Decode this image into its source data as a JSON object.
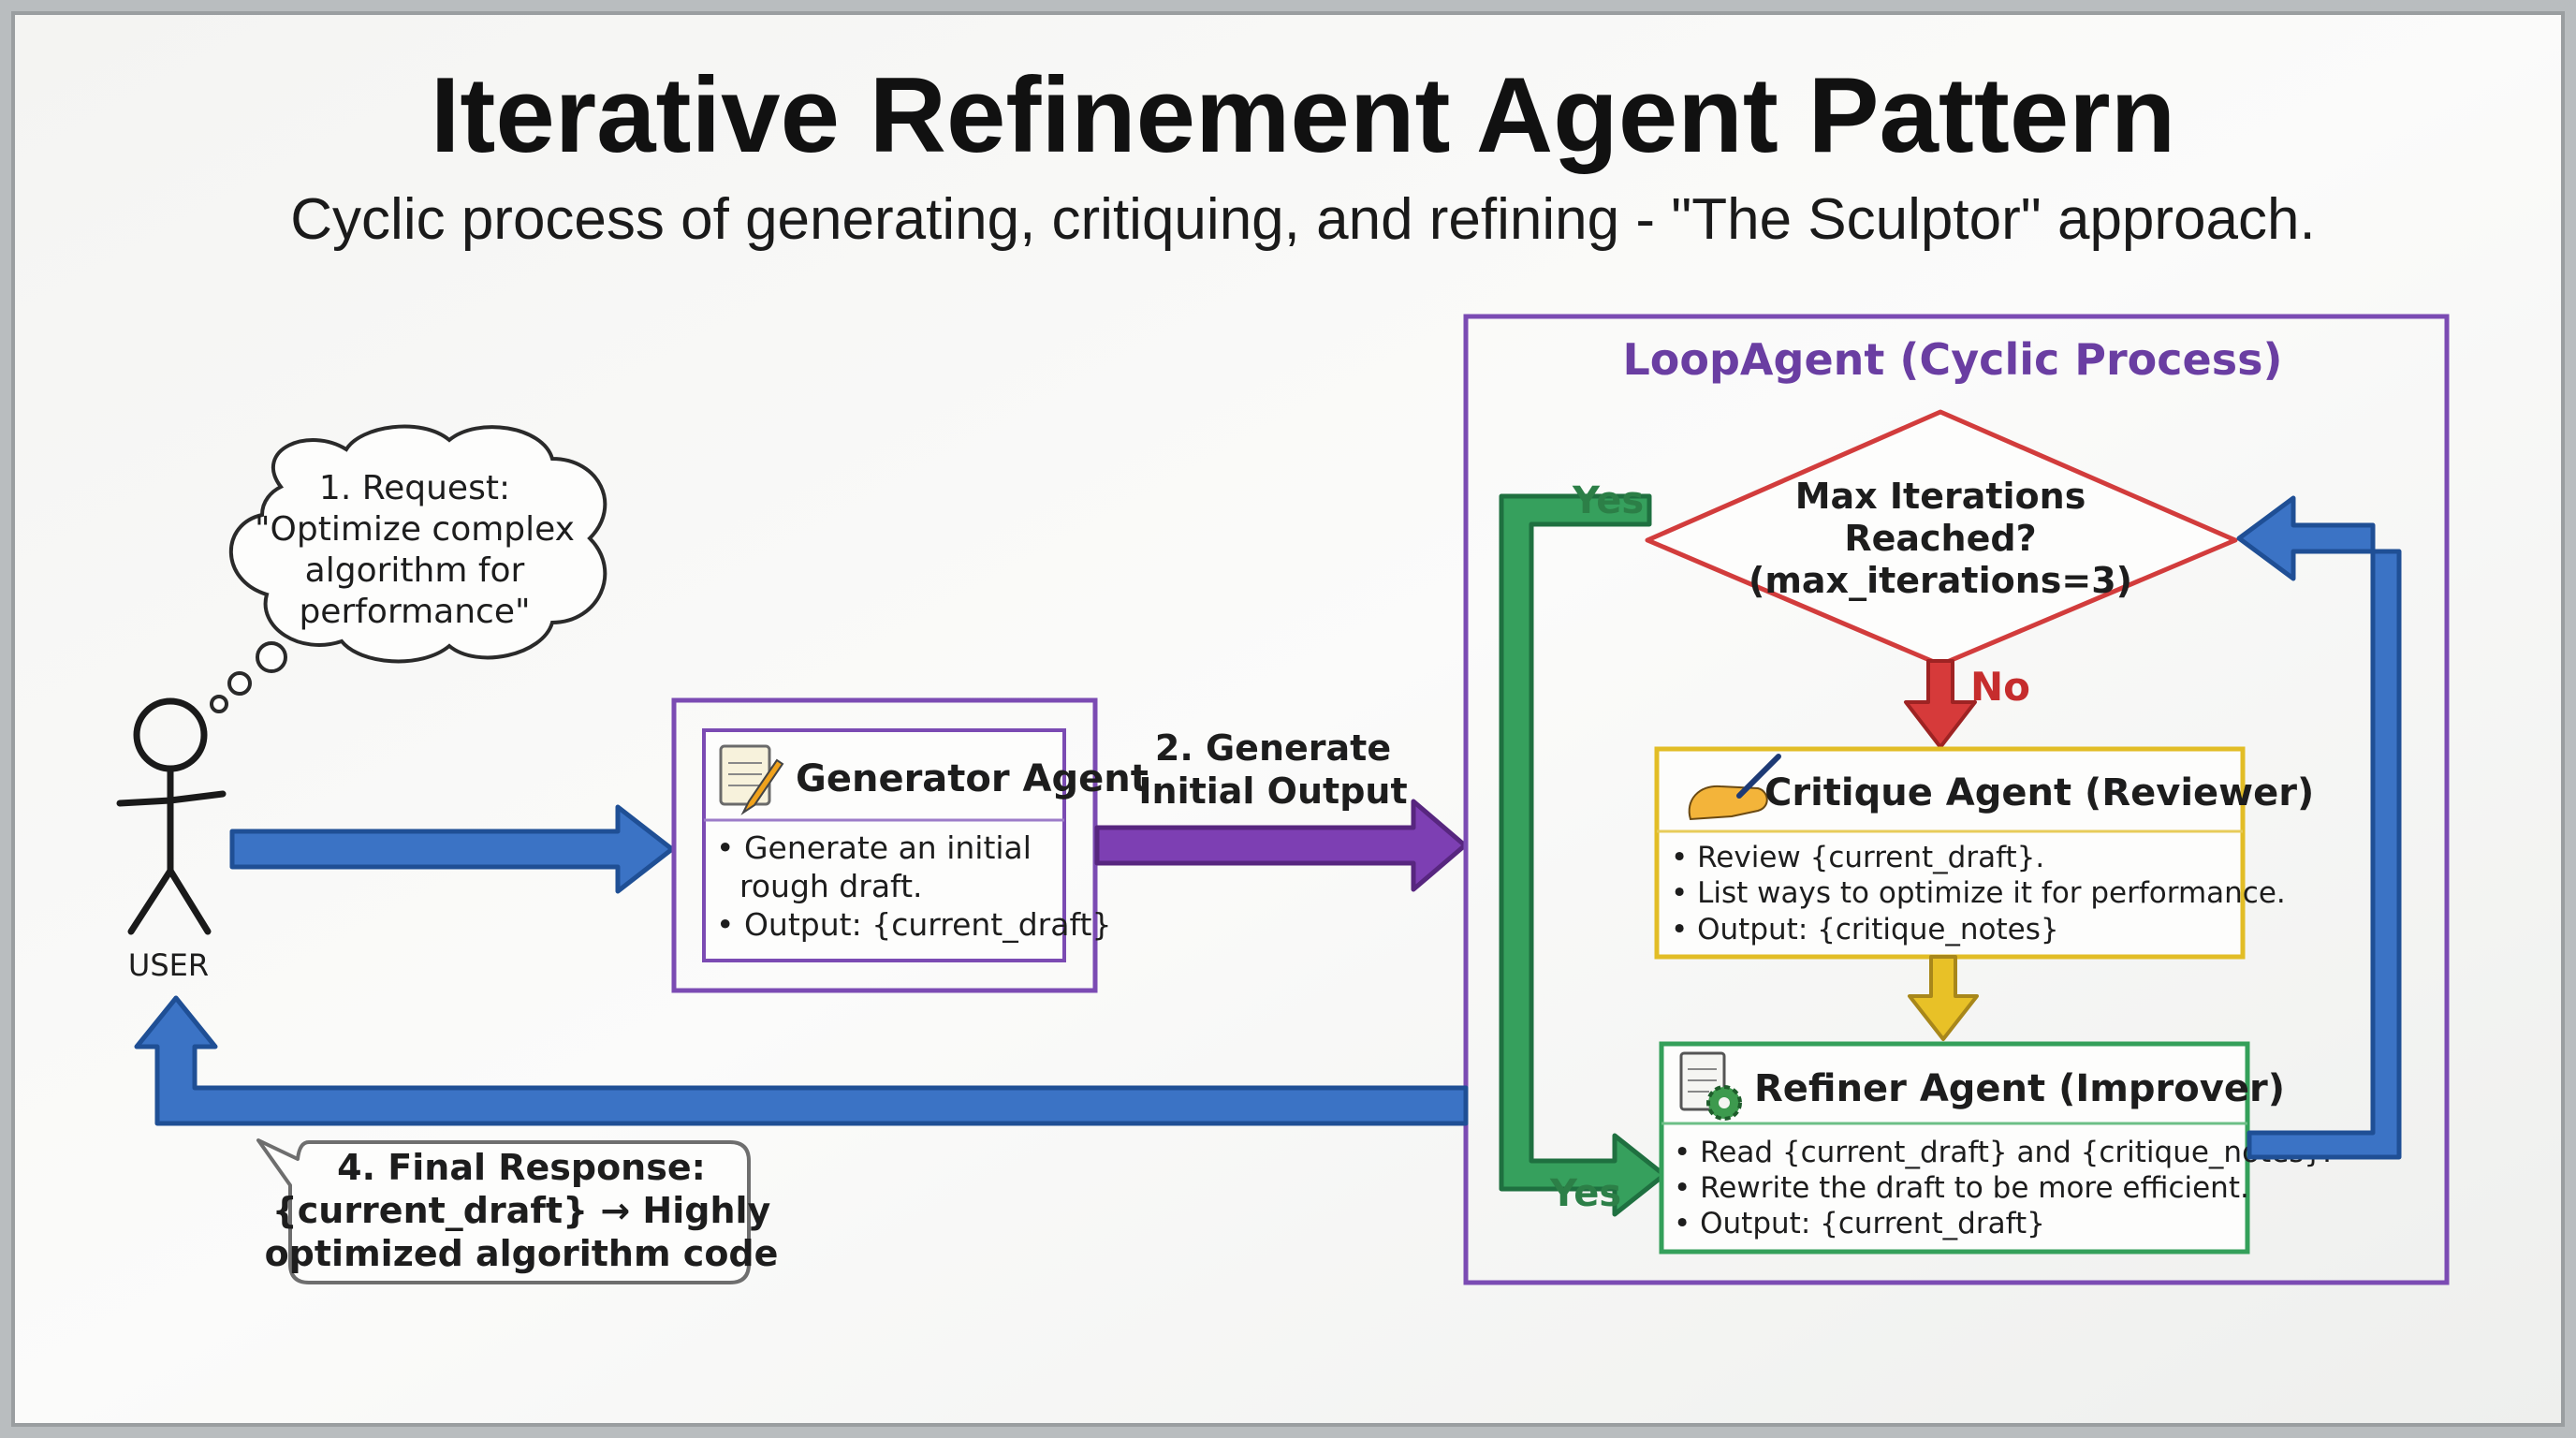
{
  "title": "Iterative Refinement Agent Pattern",
  "subtitle": "Cyclic process of generating, critiquing, and refining - \"The Sculptor\" approach.",
  "user": {
    "label": "USER",
    "thought": [
      "1. Request:",
      "\"Optimize complex",
      "algorithm for",
      "performance\""
    ],
    "final_response": [
      "4. Final Response:",
      "{current_draft} → Highly",
      "optimized algorithm code"
    ]
  },
  "generator": {
    "title": "Generator Agent",
    "bullets": [
      "• Generate an initial",
      "rough draft.",
      "• Output: {current_draft}"
    ],
    "icon": "notepad-pencil-icon"
  },
  "generate_label": [
    "2. Generate",
    "Initial Output"
  ],
  "loop": {
    "title": "LoopAgent (Cyclic Process)",
    "decision": [
      "Max Iterations",
      "Reached?",
      "(max_iterations=3)"
    ],
    "yes_top": "Yes",
    "yes_bottom": "Yes",
    "no": "No",
    "critique": {
      "title": "Critique Agent (Reviewer)",
      "bullets": [
        "• Review {current_draft}.",
        "• List ways to optimize it for performance.",
        "• Output: {critique_notes}"
      ],
      "icon": "writing-hand-icon"
    },
    "refiner": {
      "title": "Refiner Agent (Improver)",
      "bullets": [
        "• Read {current_draft} and {critique_notes}.",
        "• Rewrite the draft to be more efficient.",
        "• Output: {current_draft}"
      ],
      "icon": "document-gear-icon"
    }
  },
  "colors": {
    "blue_arrow": "#3a73c6",
    "purple": "#7a3fae",
    "green": "#2f9a55",
    "red": "#d23a3a",
    "yellow": "#e2bd26"
  }
}
